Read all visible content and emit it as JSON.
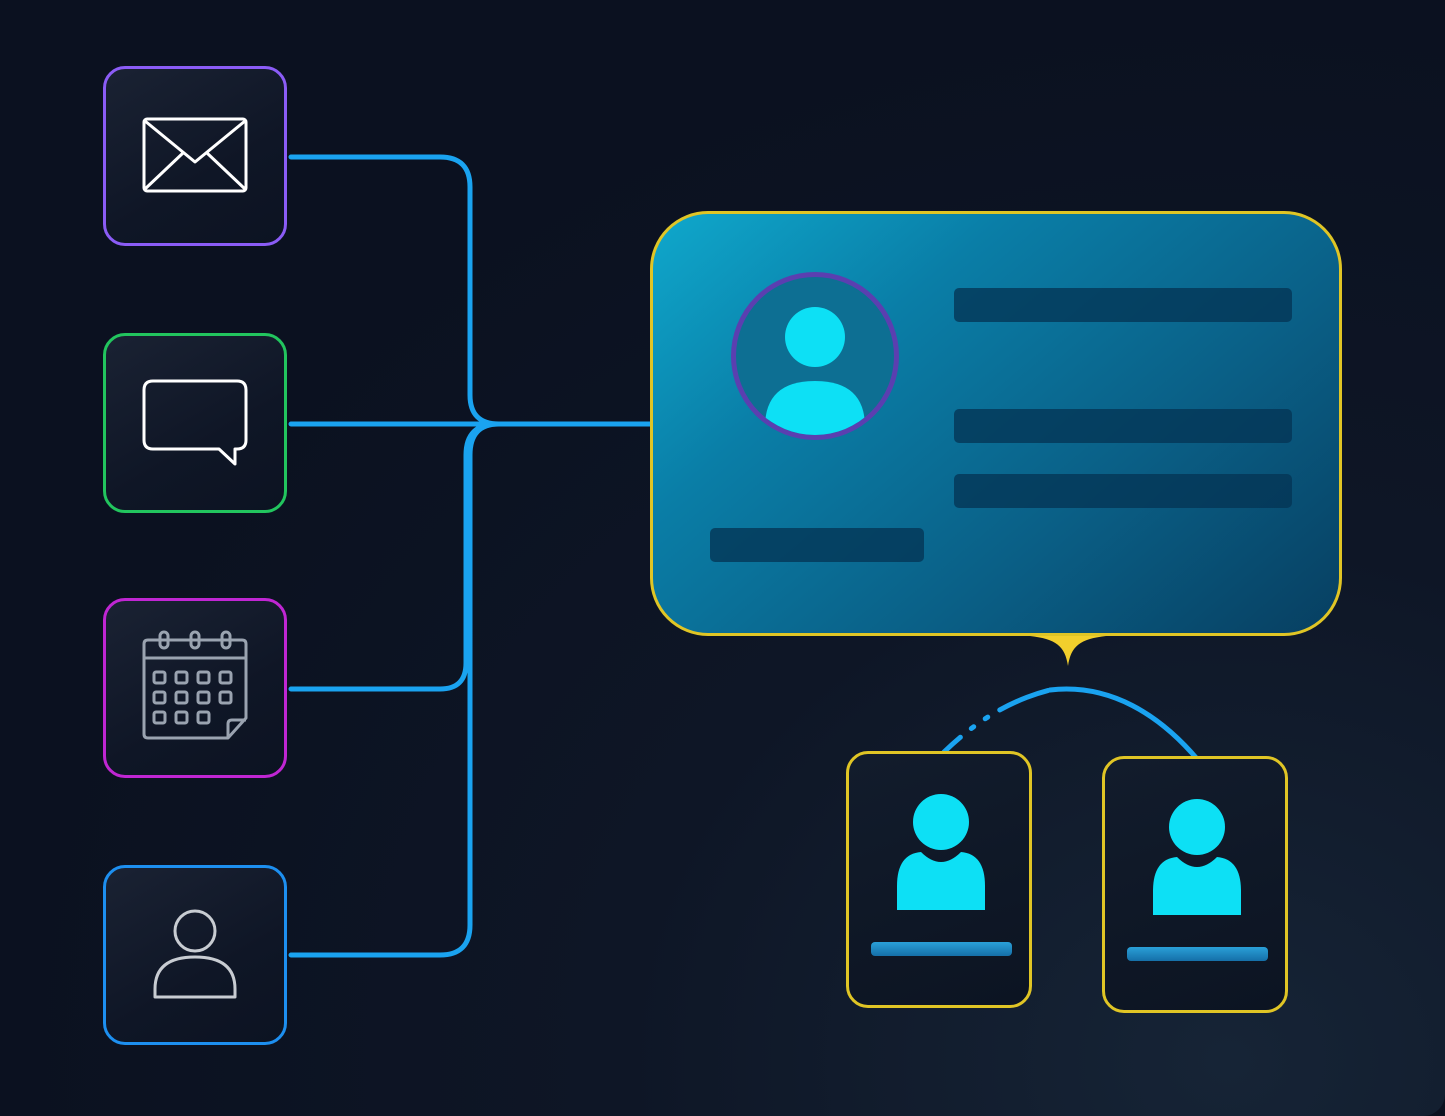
{
  "diagram": {
    "colors": {
      "background": "#0b1120",
      "connector": "#1aa3f0",
      "accent_gold": "#e0c525",
      "person_cyan": "#0de0f5",
      "email_border": "#8b5cf6",
      "chat_border": "#22c55e",
      "calendar_border": "#c026d3",
      "contact_border": "#1d8ff0"
    },
    "sources": [
      {
        "name": "email",
        "icon": "envelope-icon"
      },
      {
        "name": "chat",
        "icon": "chat-bubble-icon"
      },
      {
        "name": "calendar",
        "icon": "calendar-icon"
      },
      {
        "name": "contact",
        "icon": "user-outline-icon"
      }
    ],
    "profile_card": {
      "icon": "user-avatar-icon",
      "placeholder_bars": 4
    },
    "merge_marker": {
      "icon": "sparkle-icon"
    },
    "linked_people": [
      {
        "icon": "person-icon"
      },
      {
        "icon": "person-icon"
      }
    ]
  }
}
